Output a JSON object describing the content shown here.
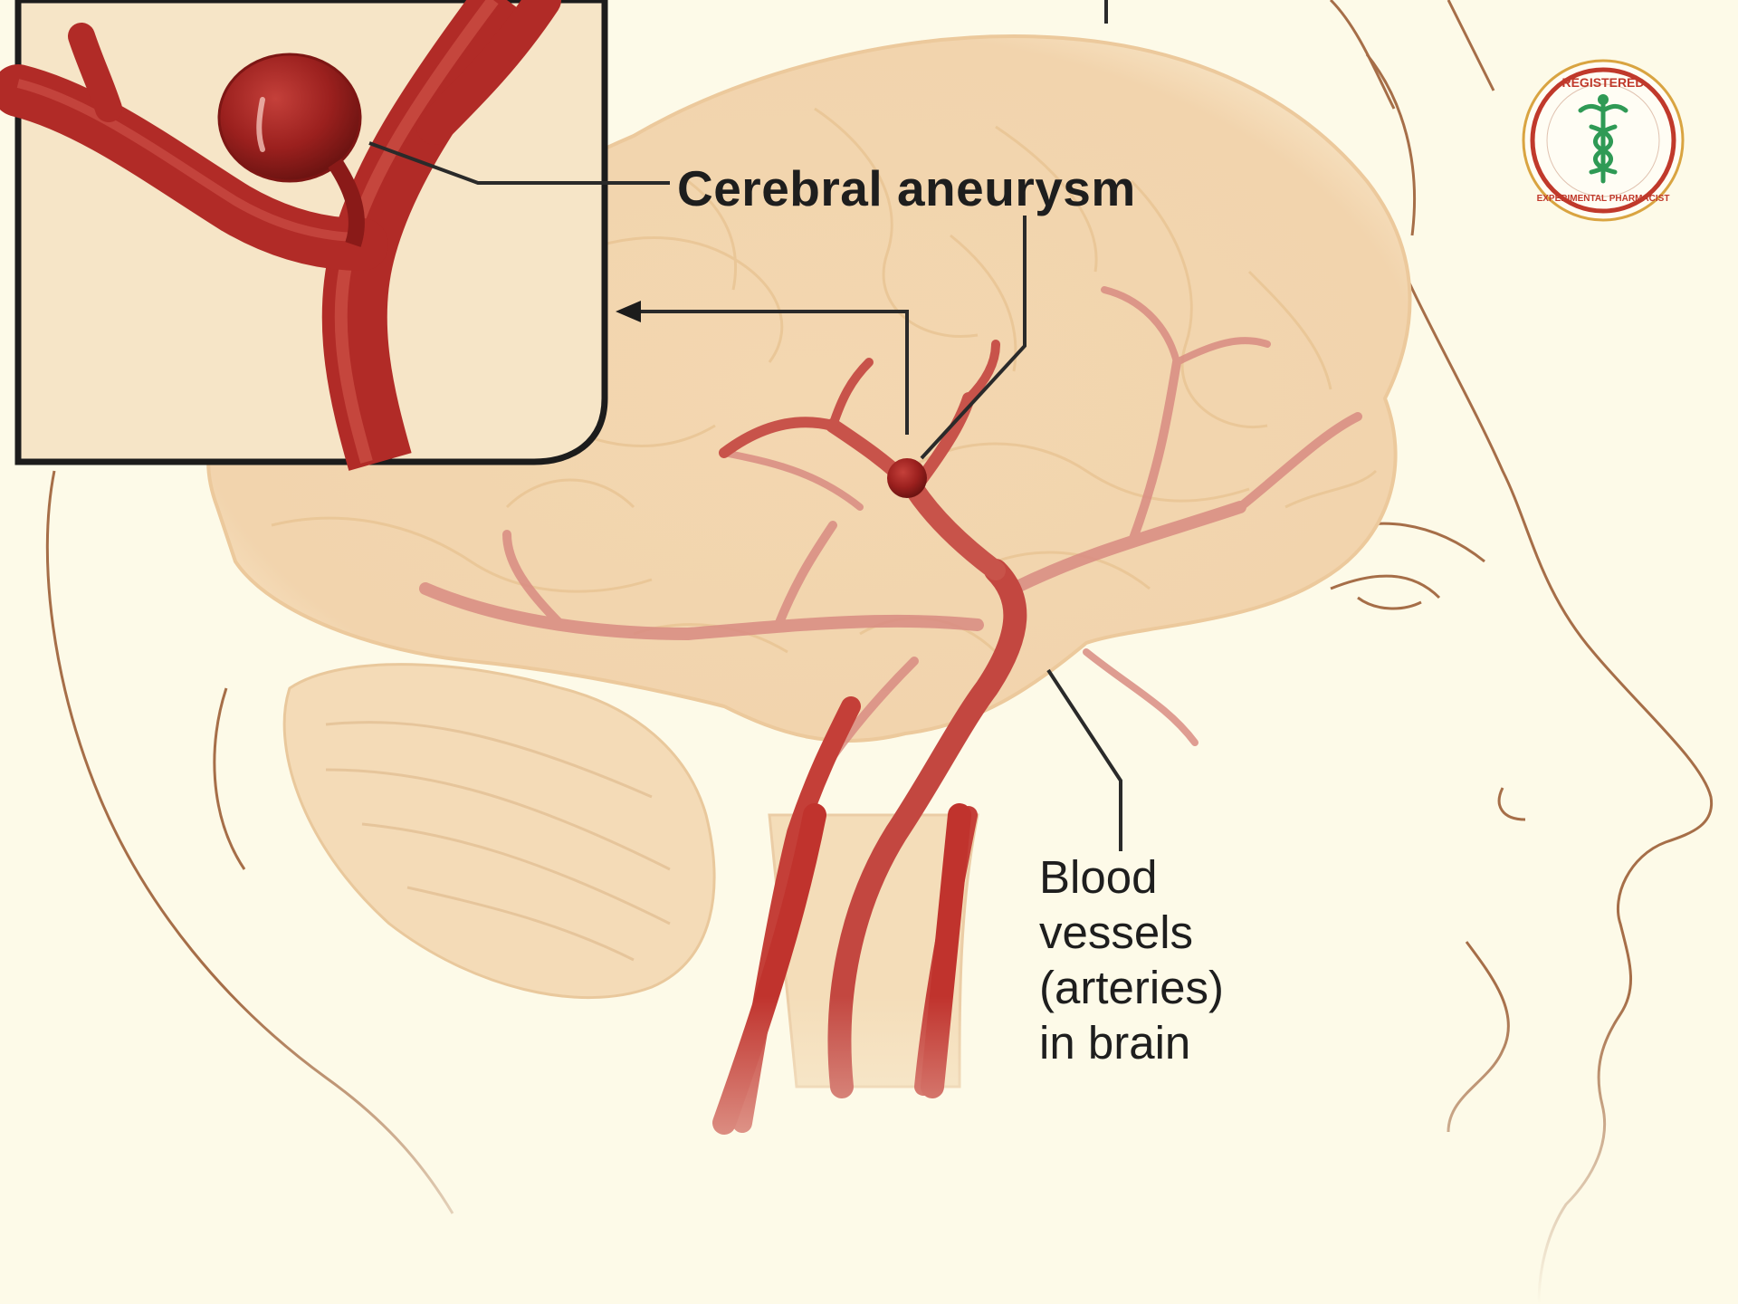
{
  "labels": {
    "aneurysm": "Cerebral aneurysm",
    "vessels": [
      "Blood",
      "vessels",
      "(arteries)",
      "in brain"
    ]
  },
  "badge": {
    "top_text": "REGISTERED",
    "bottom_text": "EXPERIMENTAL PHARMACIST",
    "emblem": "caduceus-icon"
  },
  "colors": {
    "background": "#fdfae8",
    "brain": "#f4d9b3",
    "artery": "#b22a26",
    "outline": "#a06a45",
    "label_text": "#1e1e1e",
    "badge_green": "#2f9a55",
    "badge_red": "#c0392b"
  }
}
